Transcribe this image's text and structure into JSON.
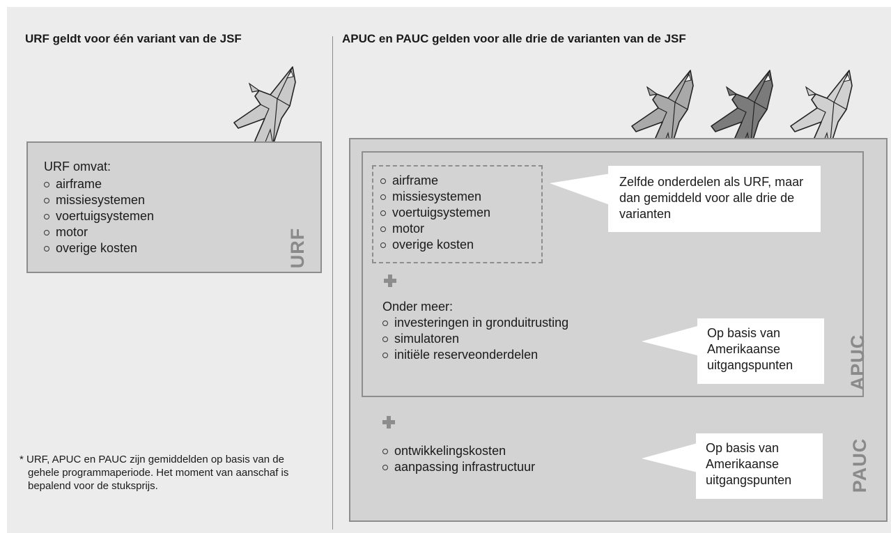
{
  "left_panel": {
    "heading": "URF geldt voor één variant van de JSF",
    "box_title": "URF omvat:",
    "items": [
      "airframe",
      "missiesystemen",
      "voertuigsystemen",
      "motor",
      "overige kosten"
    ],
    "label": "URF"
  },
  "right_panel": {
    "heading": "APUC en PAUC gelden voor alle drie de varianten van de JSF",
    "urf_items": [
      "airframe",
      "missiesystemen",
      "voertuigsystemen",
      "motor",
      "overige kosten"
    ],
    "callout_same": "Zelfde onderdelen als URF, maar dan gemiddeld voor alle drie de varianten",
    "apuc_intro": "Onder meer:",
    "apuc_items": [
      "investeringen in gronduitrusting",
      "simulatoren",
      "initiële reserveonderdelen"
    ],
    "apuc_callout": "Op basis van Amerikaanse uitgangspunten",
    "apuc_label": "APUC",
    "pauc_items": [
      "ontwikkelingskosten",
      "aanpassing infrastructuur"
    ],
    "pauc_callout": "Op basis van Amerikaanse uitgangspunten",
    "pauc_label": "PAUC"
  },
  "footnote": "* URF, APUC en PAUC zijn gemiddelden op basis van de gehele programmaperiode. Het moment van aanschaf is bepalend voor de stuksprijs.",
  "colors": {
    "background": "#ececec",
    "box_fill": "#d3d3d3",
    "box_border": "#8d8d8d",
    "jet_light": "#d0d0d0",
    "jet_mid": "#a9a9a9",
    "jet_dark": "#7b7b7b"
  },
  "icons": [
    "jet-icon",
    "plus-icon",
    "bullet-icon"
  ]
}
